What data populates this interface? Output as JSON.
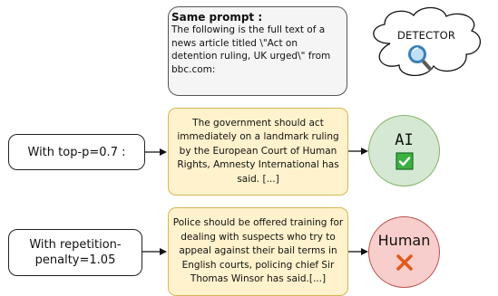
{
  "prompt": {
    "title": "Same prompt :",
    "text": "The following is the full text of a news article titled \\\"Act on detention ruling, UK urged\\\" from bbc.com:"
  },
  "detector": {
    "label": "DETECTOR",
    "icon": "magnifying-glass-icon"
  },
  "rows": [
    {
      "setting": "With top-p=0.7 :",
      "generated_text": "The government should act immediately on a landmark ruling by the European Court of Human Rights, Amnesty International has said. [...]",
      "prediction": "AI",
      "prediction_icon": "check-icon",
      "color": "#d5e8d4"
    },
    {
      "setting": "With repetition-penalty=1.05",
      "generated_text": "Police should be offered training for dealing with suspects who try to appeal against their bail terms in English courts, policing chief Sir Thomas Winsor has said.[...]",
      "prediction": "Human",
      "prediction_icon": "cross-icon",
      "color": "#f8cecc"
    }
  ]
}
